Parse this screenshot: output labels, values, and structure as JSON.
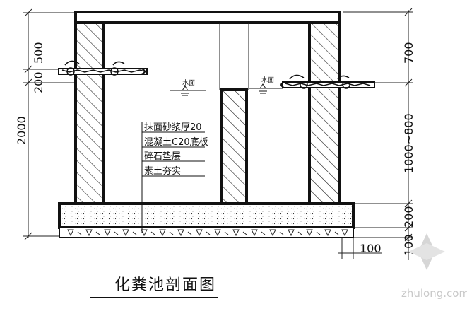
{
  "drawing": {
    "title": "化粪池剖面图",
    "dimensions": {
      "left_top": "500",
      "left_mid": "200",
      "left_total": "2000",
      "right_top": "700",
      "right_mid": "1000~800",
      "right_base": "200",
      "right_bottom": "100",
      "right_ledge": "100"
    },
    "water_labels": [
      "水面",
      "水面"
    ],
    "layer_notes": [
      "抹面砂浆厚20",
      "混凝土C20底板",
      "碎石垫层",
      "素土夯实"
    ],
    "watermark": "zhulong.com"
  }
}
